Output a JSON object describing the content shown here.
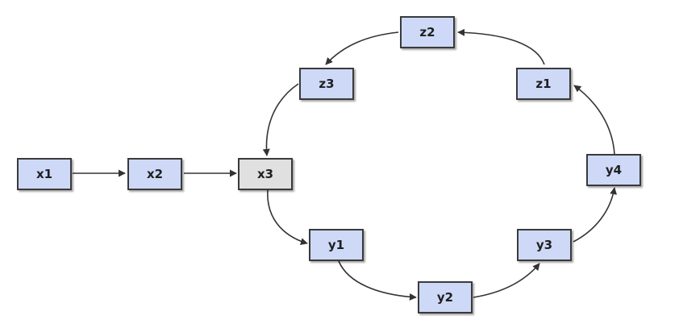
{
  "colors": {
    "node_fill": "#cdd9f7",
    "highlight_fill": "#e0e0e0",
    "border": "#3a3a3a",
    "edge": "#333333"
  },
  "nodes": {
    "x1": "x1",
    "x2": "x2",
    "x3": "x3",
    "y1": "y1",
    "y2": "y2",
    "y3": "y3",
    "y4": "y4",
    "z1": "z1",
    "z2": "z2",
    "z3": "z3"
  },
  "edges": [
    {
      "from": "x1",
      "to": "x2"
    },
    {
      "from": "x2",
      "to": "x3"
    },
    {
      "from": "x3",
      "to": "y1"
    },
    {
      "from": "y1",
      "to": "y2"
    },
    {
      "from": "y2",
      "to": "y3"
    },
    {
      "from": "y3",
      "to": "y4"
    },
    {
      "from": "y4",
      "to": "z1"
    },
    {
      "from": "z1",
      "to": "z2"
    },
    {
      "from": "z2",
      "to": "z3"
    },
    {
      "from": "z3",
      "to": "x3"
    }
  ]
}
